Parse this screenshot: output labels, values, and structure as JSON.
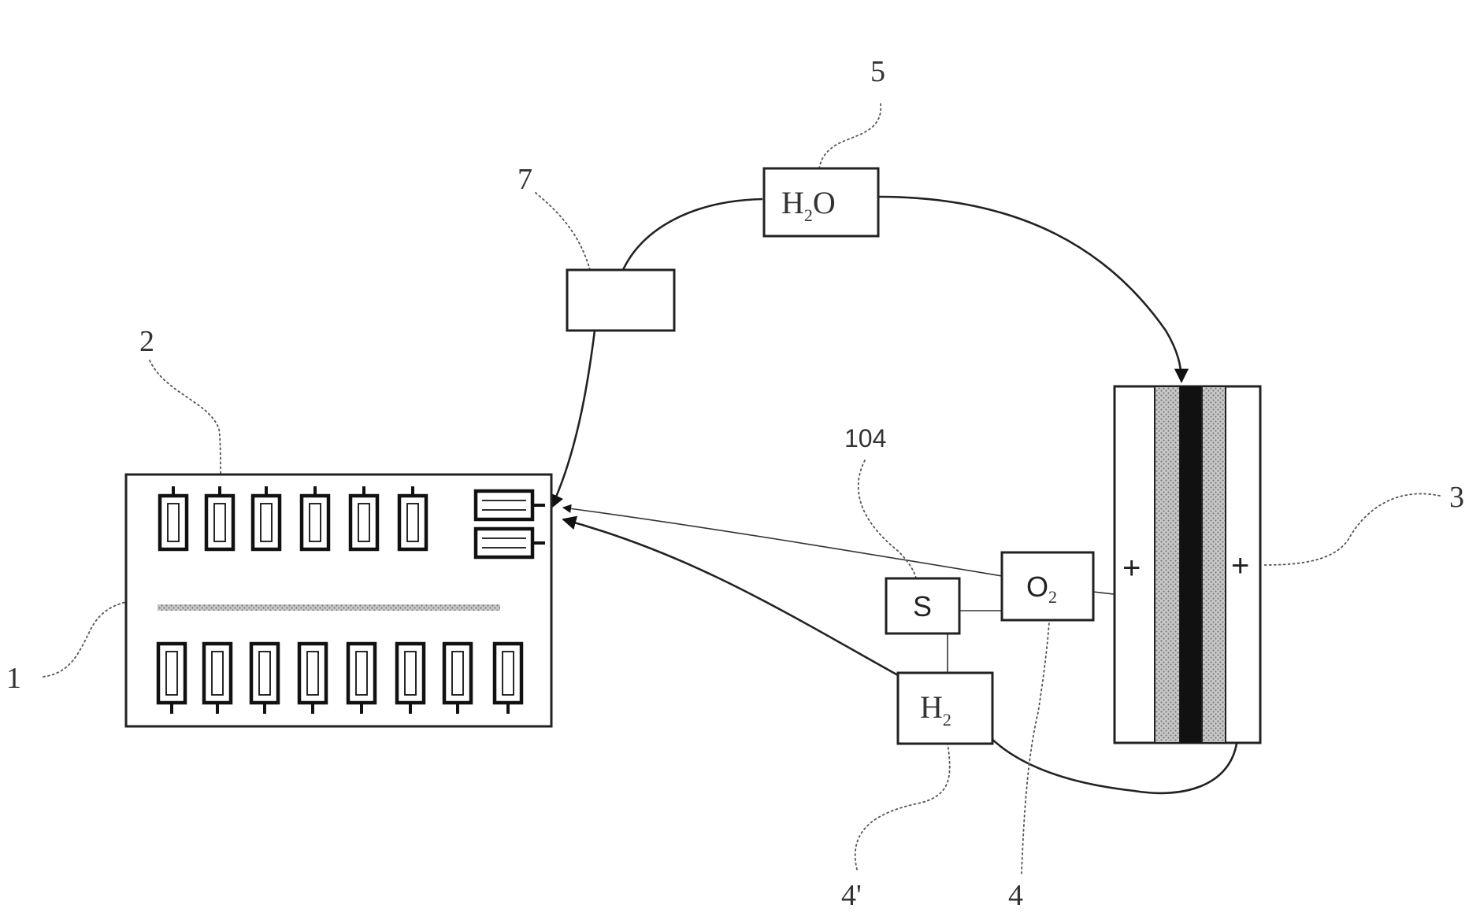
{
  "refs": {
    "vehicle": "1",
    "cells": "2",
    "electrolyser": "3",
    "oxygen_store_ref": "4",
    "hydrogen_store_ref": "4'",
    "water_tank_ref": "5",
    "box7_ref": "7",
    "sensor_ref": "104"
  },
  "boxes": {
    "water": {
      "main": "H",
      "sub": "2",
      "tail": "O"
    },
    "oxygen": {
      "main": "O",
      "sub": "2"
    },
    "hydrogen": {
      "main": "H",
      "sub": "2"
    },
    "sensor": "S"
  },
  "electrolyser": {
    "left_sign": "+",
    "right_sign": "+"
  },
  "colors": {
    "line": "#222222",
    "membrane": "#111111",
    "hatch": "#9a9a9a"
  }
}
